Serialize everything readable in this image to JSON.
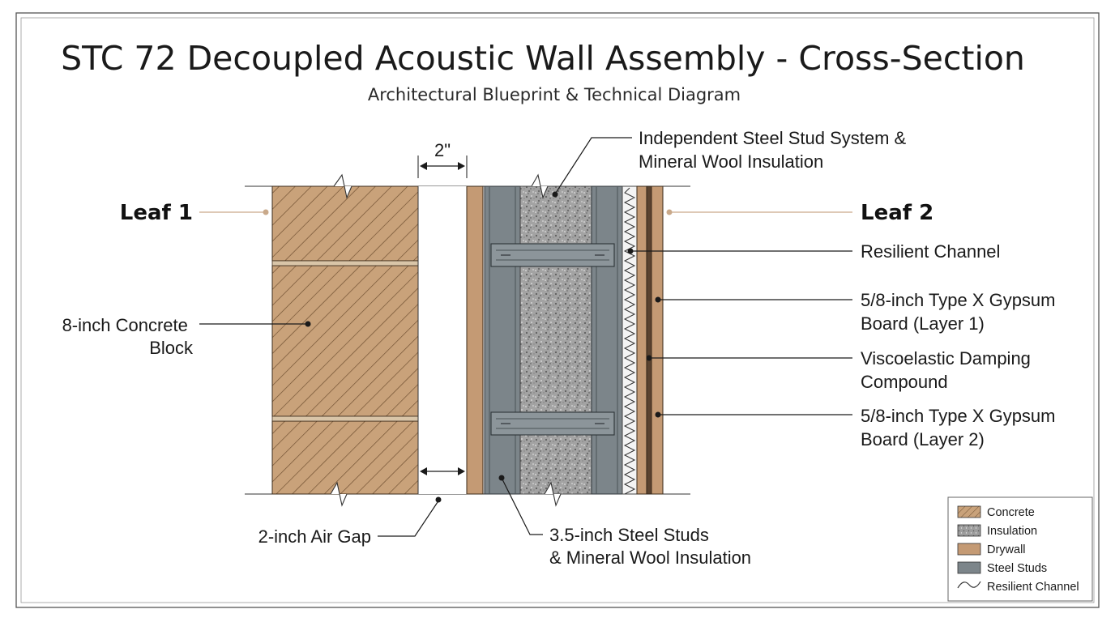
{
  "title": "STC 72 Decoupled Acoustic Wall Assembly - Cross-Section",
  "subtitle": "Architectural Blueprint & Technical Diagram",
  "dimension": {
    "label": "2\""
  },
  "labels": {
    "leaf1": "Leaf 1",
    "leaf2": "Leaf 2",
    "concrete_block": [
      "8-inch Concrete",
      "Block"
    ],
    "independent_stud": [
      "Independent Steel Stud System &",
      "Mineral Wool Insulation"
    ],
    "resilient_channel": "Resilient Channel",
    "gypsum_layer1": [
      "5/8-inch Type X Gypsum",
      "Board (Layer 1)"
    ],
    "viscoelastic": [
      "Viscoelastic Damping",
      "Compound"
    ],
    "gypsum_layer2": [
      "5/8-inch Type X Gypsum",
      "Board (Layer 2)"
    ],
    "air_gap": "2-inch Air Gap",
    "steel_studs": [
      "3.5-inch Steel Studs",
      "& Mineral Wool Insulation"
    ]
  },
  "legend": [
    {
      "label": "Concrete",
      "swatch": "concrete"
    },
    {
      "label": "Insulation",
      "swatch": "insulation"
    },
    {
      "label": "Drywall",
      "swatch": "drywall"
    },
    {
      "label": "Steel Studs",
      "swatch": "steel"
    },
    {
      "label": "Resilient Channel",
      "swatch": "resilient-channel-icon"
    }
  ],
  "colors": {
    "concrete": "#c9a27a",
    "drywall": "#c49a74",
    "insulation": "#9a9a9a",
    "steel": "#7c858a",
    "line": "#1a1a1a",
    "leader_tan": "#c9a98a"
  }
}
